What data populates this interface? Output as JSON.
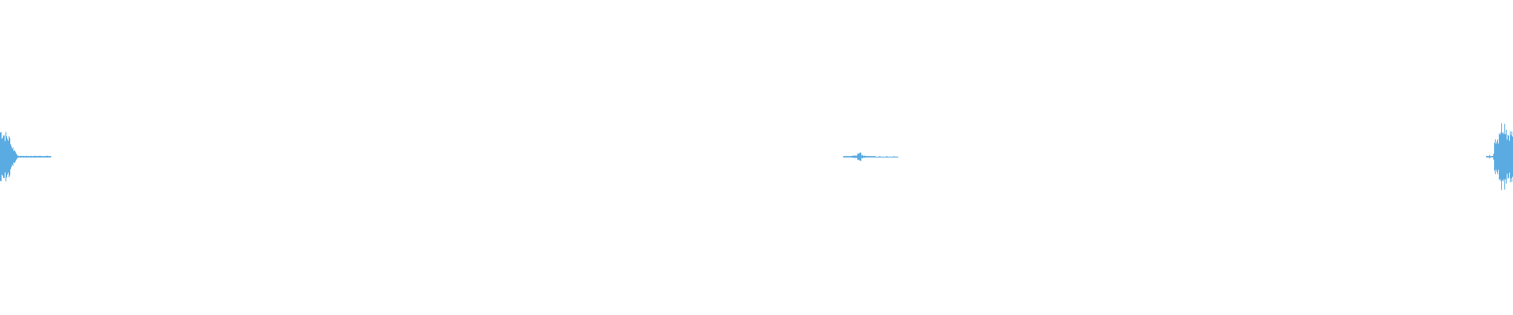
{
  "waveform": {
    "color": "#5aabe2",
    "background": "#ffffff",
    "bursts": [
      {
        "name": "burst-start",
        "amplitude": 0.2
      },
      {
        "name": "burst-middle",
        "amplitude": 0.03
      },
      {
        "name": "burst-end",
        "amplitude": 0.26
      }
    ]
  }
}
